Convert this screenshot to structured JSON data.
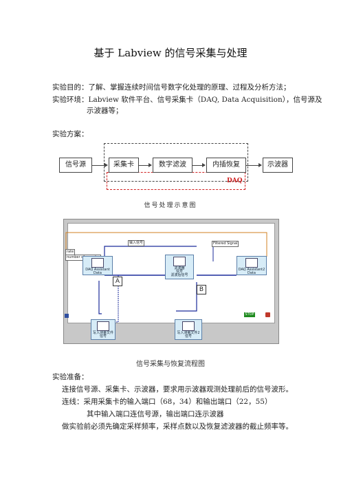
{
  "doc": {
    "title": "基于 Labview 的信号采集与处理",
    "purpose": "实验目的：了解、掌握连续时间信号数字化处理的原理、过程及分析方法；",
    "env_line1": "实验环境：Labview 软件平台、信号采集卡（DAQ, Data Acquisition），信号源及",
    "env_line2": "示波器等；",
    "plan": "实验方案：",
    "diagram": {
      "boxes": [
        "信号源",
        "采集卡",
        "数字滤波",
        "内插恢复",
        "示波器"
      ],
      "daq_label": "DAQ",
      "caption": "信号处理示意图"
    },
    "flow": {
      "caption": "信号采集与恢复流程图",
      "nodes": [
        "DAQ Assistant\nData",
        "滤波器\n信号\n滤波后信号",
        "DAQ Assistant2\nData",
        "写入测量文件\n信号",
        "写入测量文件2\n信号"
      ],
      "tags": [
        "Filtered Signal",
        "输入信号",
        "rate",
        "number of samples"
      ],
      "letters": [
        "A",
        "B"
      ],
      "stop_label": "STOP"
    },
    "prep_title": "实验准备：",
    "prep_1": "连接信号源、采集卡、示波器，要求用示波器观测处理前后的信号波形。",
    "prep_2": "连线：采用采集卡的输入端口（68，34）和输出端口（22，55）",
    "prep_3": "其中输入端口连信号源，输出端口连示波器",
    "prep_4": "做实验前必须先确定采样频率，采样点数以及恢复滤波器的截止频率等。"
  },
  "colors": {
    "dashed_red": "#d02020",
    "wire_blue": "#1a2a9a",
    "wire_orange": "#d08020",
    "node_fill": "#d7ecf7"
  }
}
